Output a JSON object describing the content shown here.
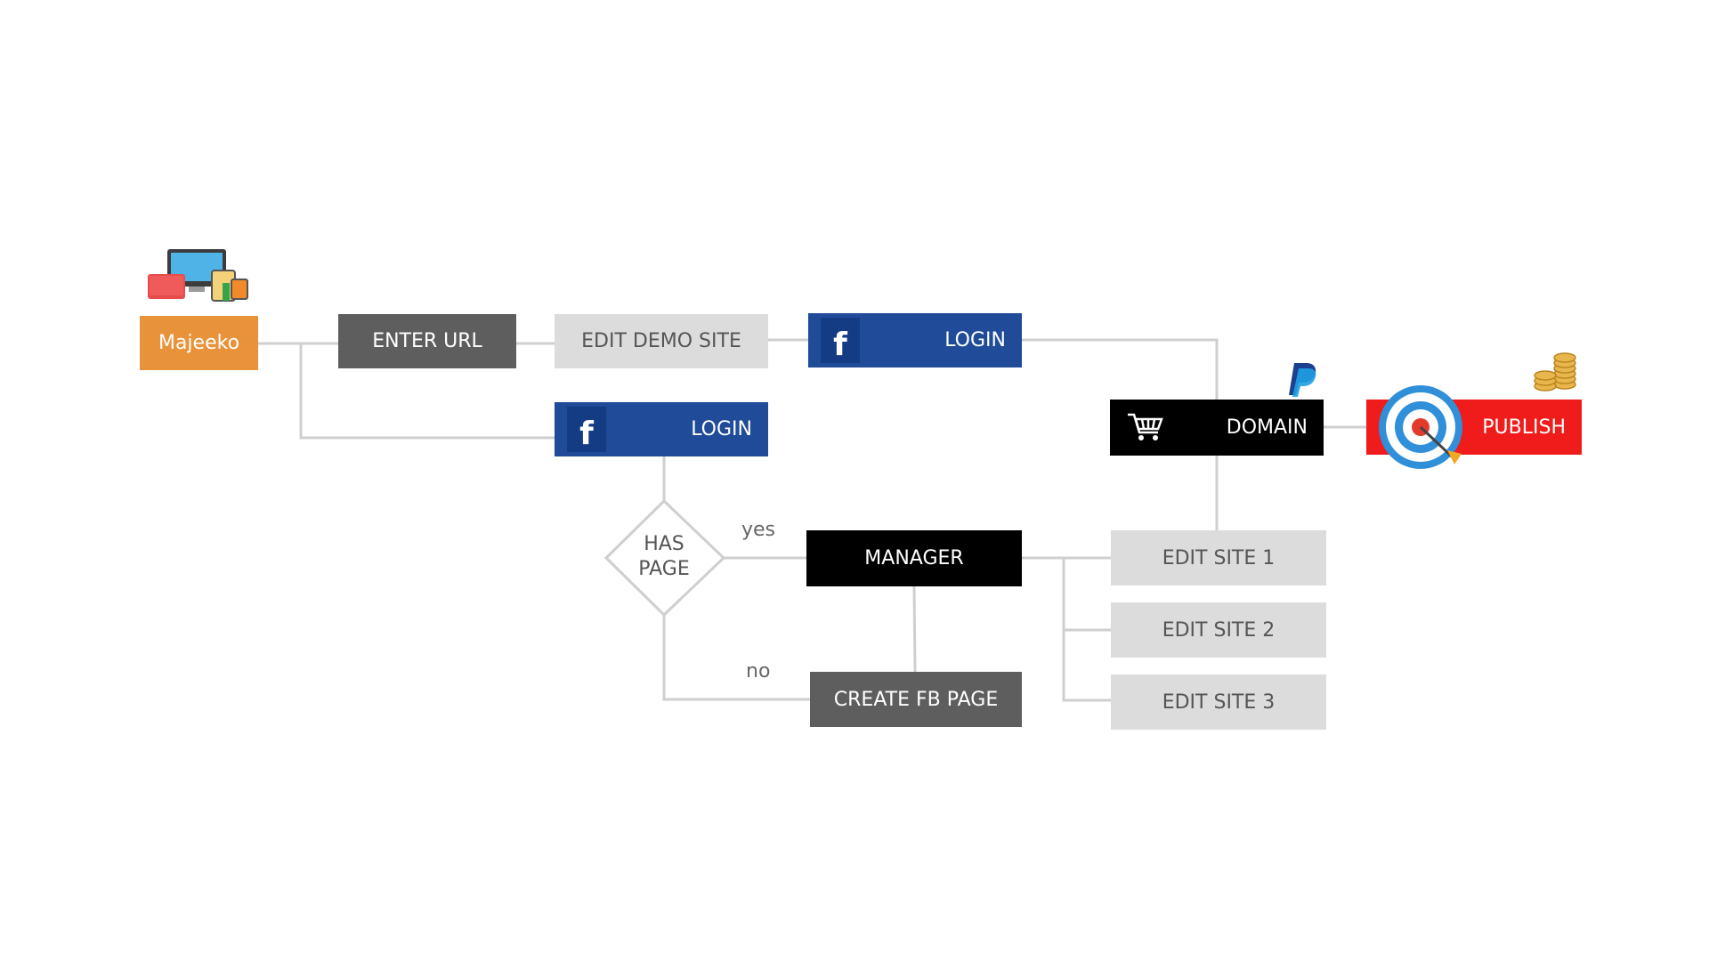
{
  "colors": {
    "connector": "#cfcfcf",
    "majeeko": "#e8923a",
    "dark_gray": "#5e5e5e",
    "light_gray": "#dcdcdc",
    "facebook_blue": "#1f4b98",
    "black": "#000000",
    "publish_red": "#f01b1b"
  },
  "nodes": {
    "majeeko": "Majeeko",
    "enter_url": "ENTER URL",
    "edit_demo_site": "EDIT DEMO SITE",
    "login_top": "LOGIN",
    "login_left": "LOGIN",
    "domain": "DOMAIN",
    "publish": "PUBLISH",
    "has_page_line1": "HAS",
    "has_page_line2": "PAGE",
    "manager": "MANAGER",
    "create_fb_page": "CREATE FB PAGE",
    "edit_site_1": "EDIT SITE 1",
    "edit_site_2": "EDIT SITE 2",
    "edit_site_3": "EDIT SITE 3"
  },
  "edge_labels": {
    "yes": "yes",
    "no": "no"
  },
  "icons": {
    "facebook": "f",
    "devices": "devices-icon",
    "cart": "shopping-cart-icon",
    "paypal": "paypal-icon",
    "target": "target-icon",
    "coins": "coins-icon"
  }
}
